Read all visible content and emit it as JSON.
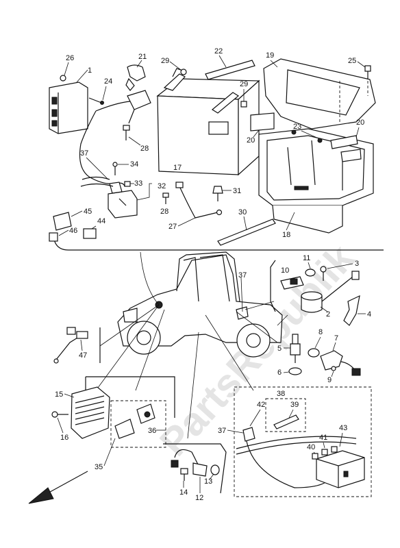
{
  "watermark": "PartsRepublik",
  "callouts": {
    "c1": "1",
    "c2": "2",
    "c3": "3",
    "c4": "4",
    "c5": "5",
    "c6": "6",
    "c7": "7",
    "c8": "8",
    "c9": "9",
    "c10": "10",
    "c11": "11",
    "c12": "12",
    "c13": "13",
    "c14": "14",
    "c15": "15",
    "c16": "16",
    "c17": "17",
    "c18": "18",
    "c19": "19",
    "c20a": "20",
    "c20b": "20",
    "c21": "21",
    "c22": "22",
    "c23": "23",
    "c24": "24",
    "c25": "25",
    "c26": "26",
    "c27": "27",
    "c28a": "28",
    "c28b": "28",
    "c29a": "29",
    "c29b": "29",
    "c30": "30",
    "c31": "31",
    "c32": "32",
    "c33": "33",
    "c34": "34",
    "c35": "35",
    "c36": "36",
    "c37a": "37",
    "c37b": "37",
    "c37c": "37",
    "c38": "38",
    "c39": "39",
    "c40": "40",
    "c41": "41",
    "c42": "42",
    "c43": "43",
    "c44": "44",
    "c45": "45",
    "c46": "46",
    "c47": "47"
  },
  "icons": {
    "front-arrow": "arrow-icon"
  }
}
